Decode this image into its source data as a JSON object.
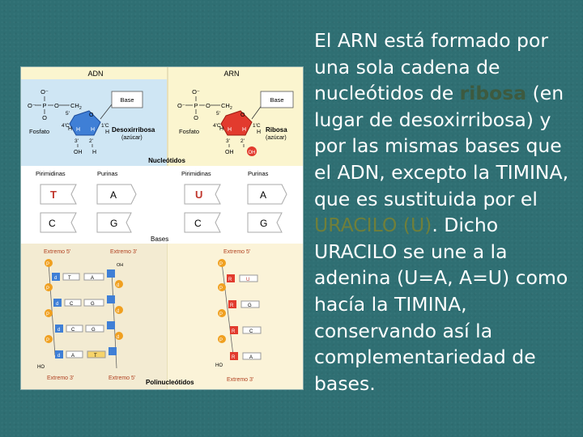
{
  "figure": {
    "headers": {
      "adn": "ADN",
      "arn": "ARN"
    },
    "nucleotide": {
      "o_minus": "O⁻",
      "o_eq": "O",
      "p": "P",
      "ch2": "CH",
      "sub2": "2",
      "o": "O",
      "base": "Base",
      "fosfato": "Fosfato",
      "desoxirribosa": "Desoxirribosa",
      "ribosa": "Ribosa",
      "azucar": "(azúcar)",
      "h": "H",
      "oh": "OH",
      "c1": "1'C",
      "c4": "4'C",
      "c5": "5'",
      "c3": "3'",
      "c2": "2'",
      "nucleotidos": "Nucleótidos"
    },
    "bases": {
      "pirimidinas": "Pirimidinas",
      "purinas": "Purinas",
      "t": "T",
      "a": "A",
      "u": "U",
      "c": "C",
      "g": "G",
      "label": "Bases"
    },
    "polinucleotidos": {
      "extremo5": "Extremo 5'",
      "extremo3": "Extremo 3'",
      "p": "P",
      "d": "d",
      "r": "R",
      "ho": "HO",
      "oh": "OH",
      "label": "Polinucleótidos"
    }
  },
  "text": {
    "p1": "El ARN está formado por una sola cadena de nucleótidos de ",
    "ribosa": "ribosa",
    "p2": " (en lugar de desoxirribosa) y por las mismas bases que el ADN, excepto la TIMINA, que es sustituida por el ",
    "uracilo": "URACILO (U)",
    "p3": ". Dicho URACILO se une a la adenina (U=A, A=U) como  hacía la TIMINA, conservando así la complementariedad de bases."
  }
}
